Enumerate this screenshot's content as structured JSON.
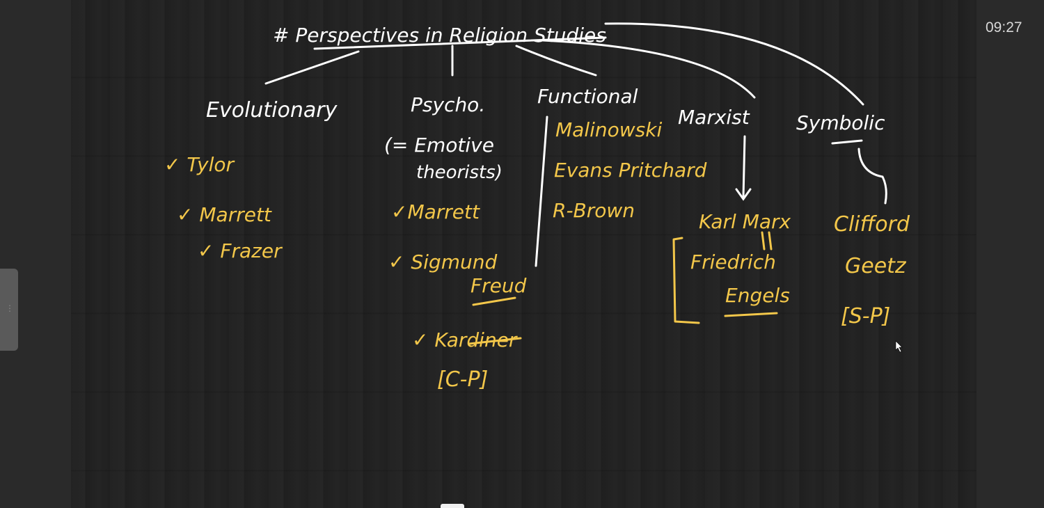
{
  "timer": "09:27",
  "title": "# Perspectives in Religion Studies",
  "branches": {
    "evolutionary": {
      "heading": "Evolutionary",
      "items": [
        "Tylor",
        "Marrett",
        "Frazer"
      ]
    },
    "psycho": {
      "heading": "Psycho.",
      "subheading_line1": "(= Emotive",
      "subheading_line2": "theorists)",
      "items": [
        "Marrett",
        "Sigmund",
        "Freud",
        "Kardiner"
      ],
      "tag": "[C-P]"
    },
    "functional": {
      "heading": "Functional",
      "items": [
        "Malinowski",
        "Evans Pritchard",
        "R-Brown"
      ]
    },
    "marxist": {
      "heading": "Marxist",
      "items": [
        "Karl Marx",
        "Friedrich",
        "Engels"
      ]
    },
    "symbolic": {
      "heading": "Symbolic",
      "items": [
        "Clifford",
        "Geetz"
      ],
      "tag": "[S-P]"
    }
  },
  "colors": {
    "chalk_white": "#ffffff",
    "chalk_yellow": "#f3c74a",
    "board": "#232323",
    "gutter": "#2a2a2a"
  }
}
